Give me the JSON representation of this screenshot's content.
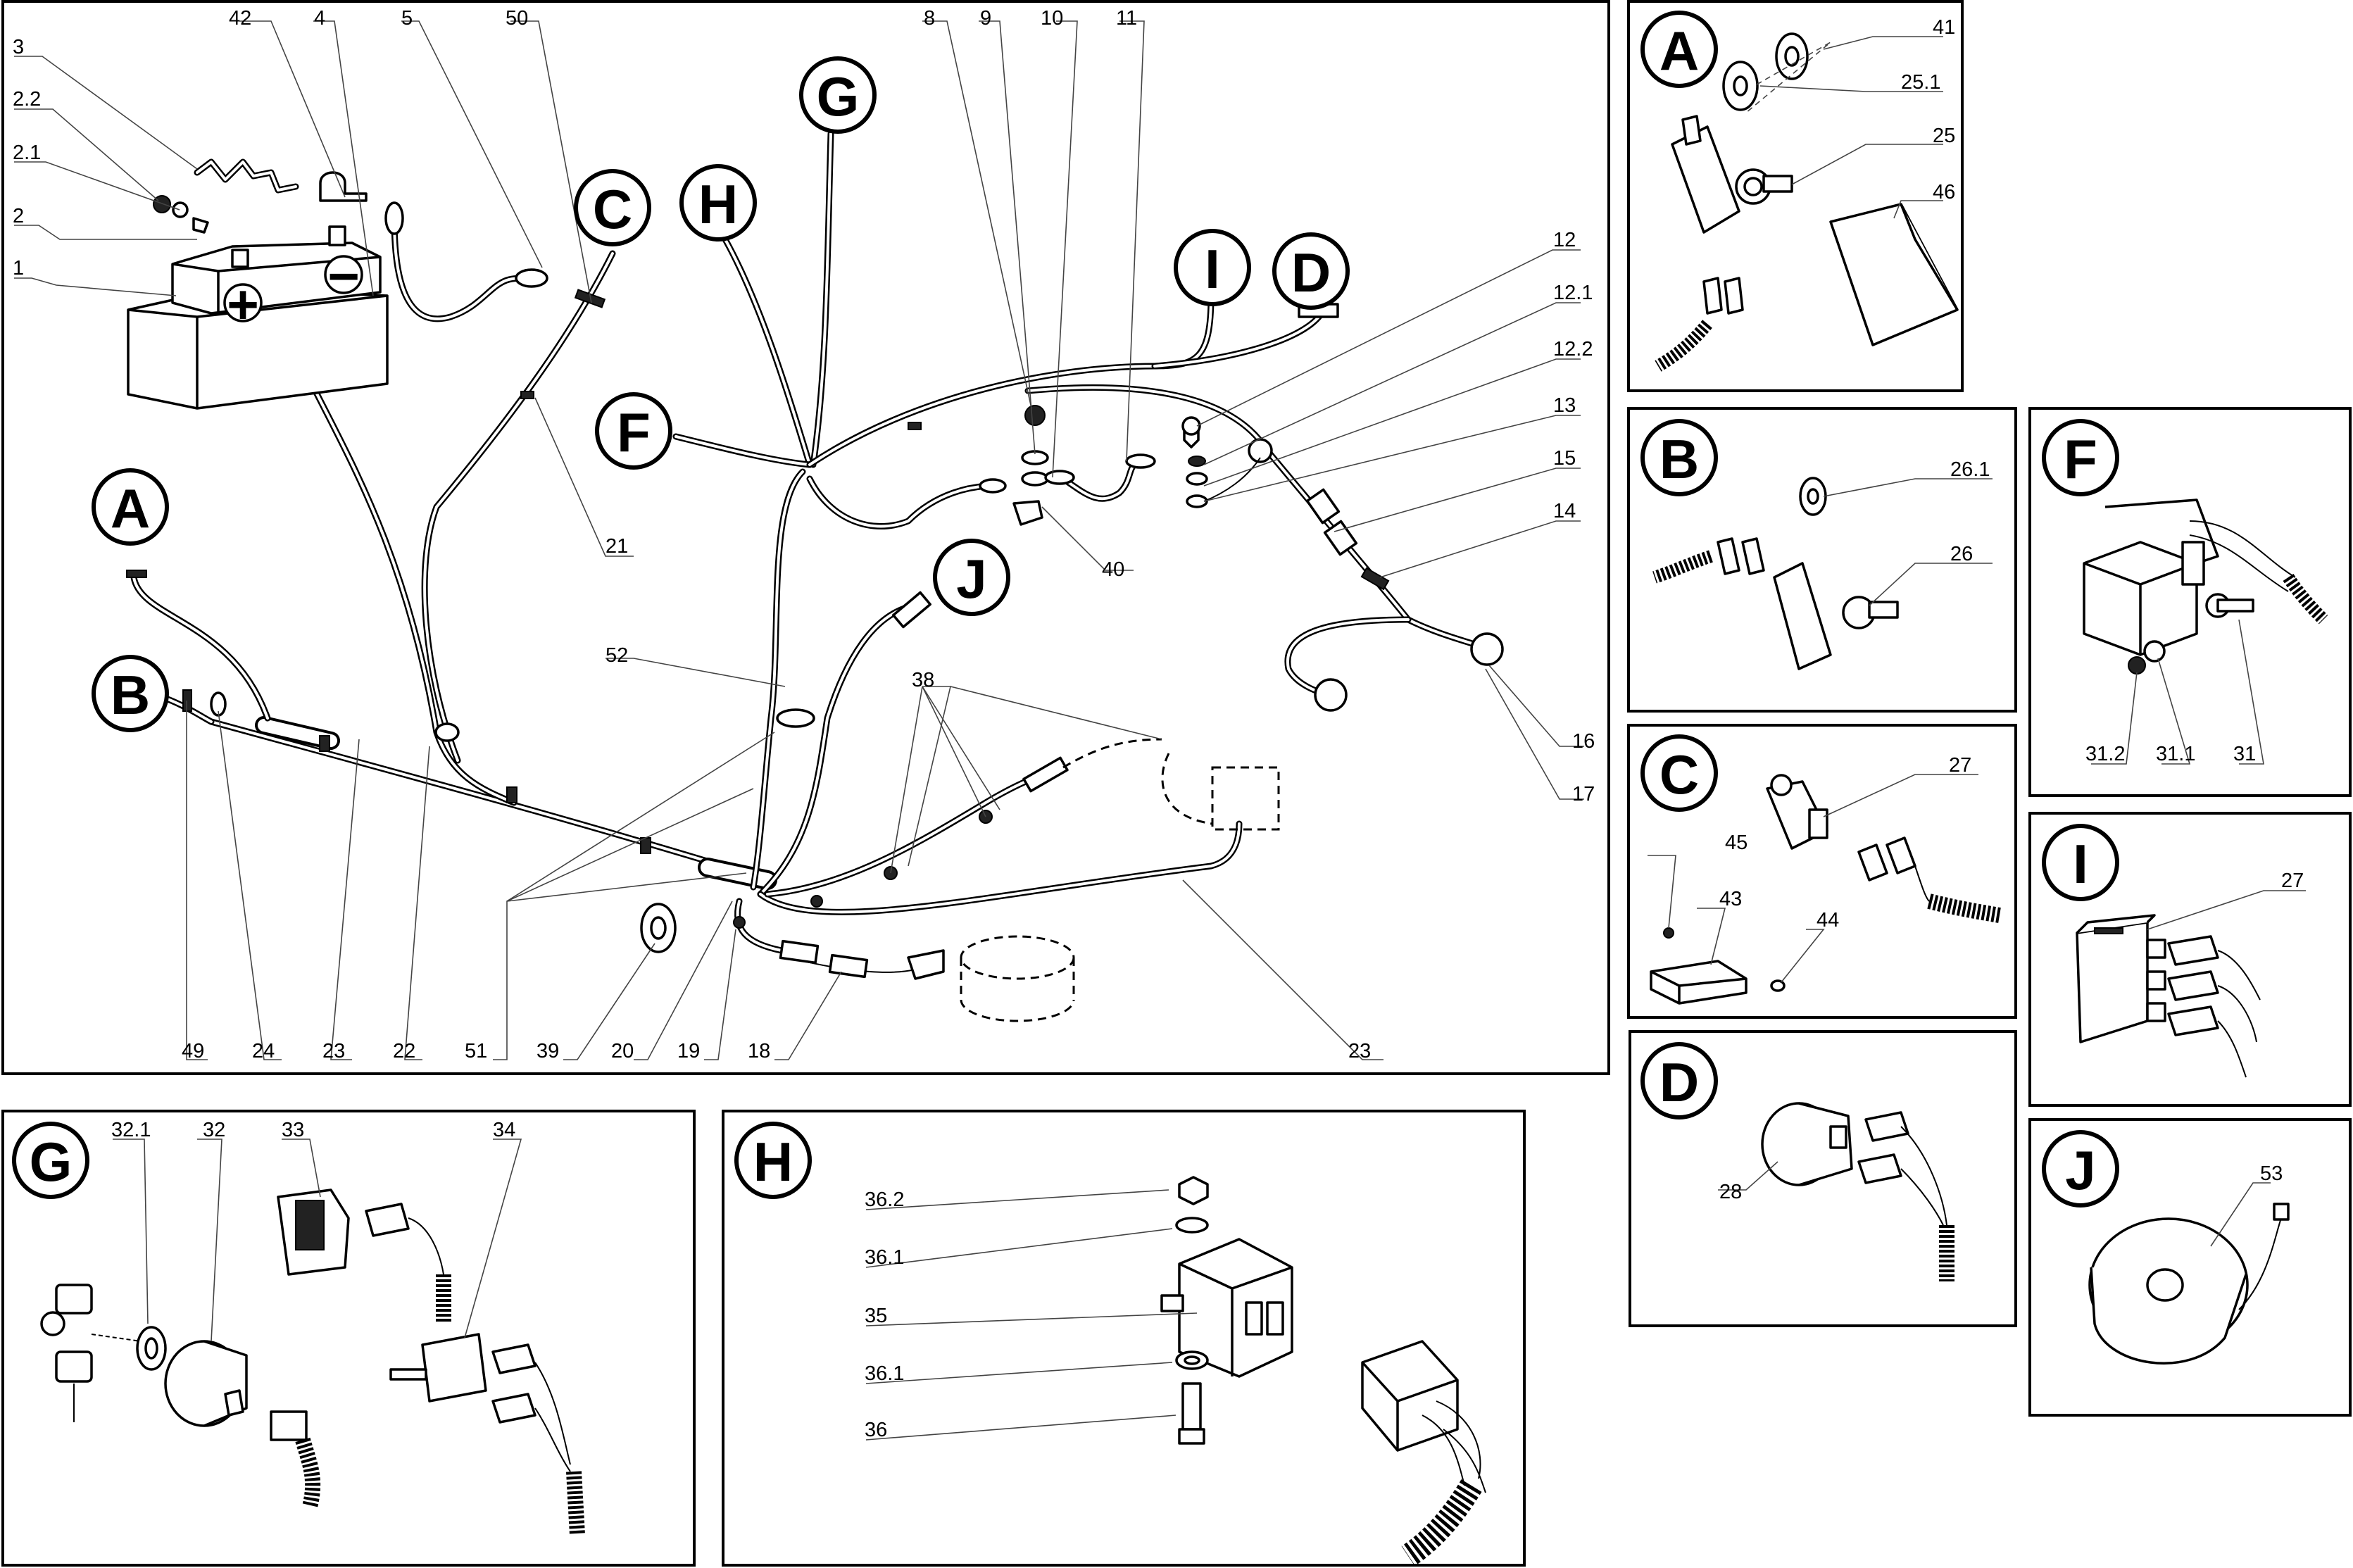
{
  "main": {
    "callouts": [
      "A",
      "B",
      "C",
      "D",
      "F",
      "G",
      "H",
      "I",
      "J"
    ],
    "labels": [
      "42",
      "4",
      "5",
      "50",
      "3",
      "2.2",
      "2.1",
      "2",
      "1",
      "8",
      "9",
      "10",
      "11",
      "12",
      "12.1",
      "12.2",
      "13",
      "15",
      "14",
      "16",
      "17",
      "21",
      "40",
      "52",
      "38",
      "49",
      "24",
      "23",
      "22",
      "51",
      "39",
      "20",
      "19",
      "18",
      "23"
    ]
  },
  "panel_A": {
    "letter": "A",
    "labels": [
      "41",
      "25.1",
      "25",
      "46"
    ]
  },
  "panel_B": {
    "letter": "B",
    "labels": [
      "26.1",
      "26"
    ]
  },
  "panel_F": {
    "letter": "F",
    "labels": [
      "31.2",
      "31.1",
      "31"
    ]
  },
  "panel_C": {
    "letter": "C",
    "labels": [
      "27",
      "45",
      "43",
      "44"
    ]
  },
  "panel_I": {
    "letter": "I",
    "labels": [
      "27"
    ]
  },
  "panel_D": {
    "letter": "D",
    "labels": [
      "28"
    ]
  },
  "panel_J": {
    "letter": "J",
    "labels": [
      "53"
    ]
  },
  "panel_G": {
    "letter": "G",
    "labels": [
      "32.1",
      "32",
      "33",
      "34"
    ]
  },
  "panel_H": {
    "letter": "H",
    "labels": [
      "36.2",
      "36.1",
      "35",
      "36.1",
      "36"
    ]
  },
  "battery": {
    "plus_symbol": "+",
    "minus_symbol": "−"
  }
}
